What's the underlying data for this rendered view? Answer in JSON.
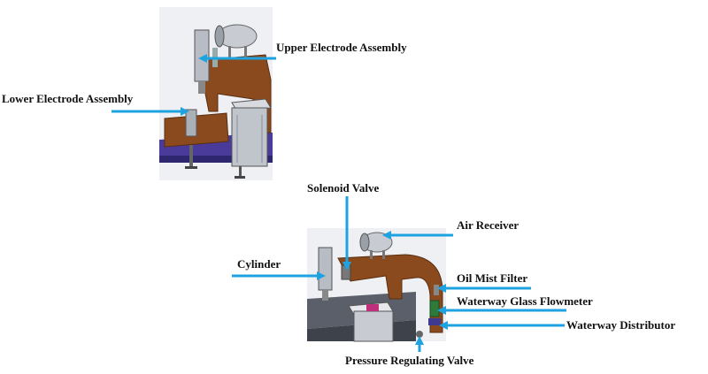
{
  "labels": {
    "upper_electrode": "Upper Electrode Assembly",
    "lower_electrode": "Lower Electrode Assembly",
    "solenoid_valve": "Solenoid Valve",
    "air_receiver": "Air Receiver",
    "cylinder": "Cylinder",
    "oil_mist_filter": "Oil Mist Filter",
    "waterway_glass_flowmeter": "Waterway Glass Flowmeter",
    "waterway_distributor": "Waterway Distributor",
    "pressure_regulating_valve": "Pressure Regulating Valve"
  },
  "colors": {
    "callout": "#1fa3e0",
    "frame_brown": "#8a4a1e",
    "rail_purple": "#4a3a9a",
    "metal_grey": "#b8bcc4",
    "dark_grey": "#555a66"
  }
}
